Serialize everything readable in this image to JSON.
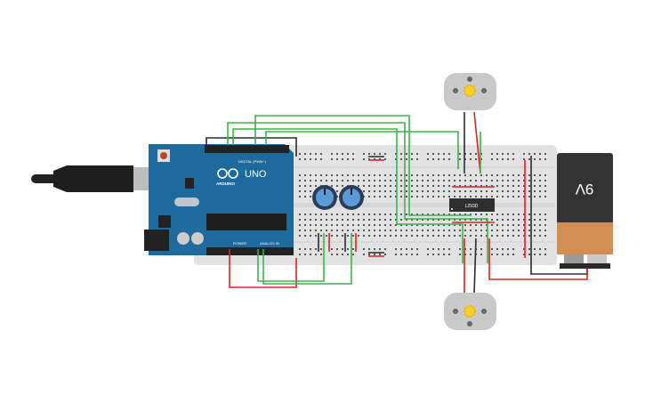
{
  "arduino": {
    "model": "UNO",
    "brand": "ARDUINO",
    "digital_label": "DIGITAL (PWM~)",
    "power_label": "POWER",
    "analog_label": "ANALOG IN"
  },
  "driver_chip": {
    "label": "L293D"
  },
  "battery": {
    "label": "9V"
  },
  "colors": {
    "wire_green": "#3cb34a",
    "wire_red": "#e02020",
    "wire_black": "#2b2b2b",
    "arduino_blue": "#1f6a9c",
    "breadboard": "#e2e2e2",
    "battery_top": "#333333",
    "battery_bottom": "#d28d52"
  }
}
